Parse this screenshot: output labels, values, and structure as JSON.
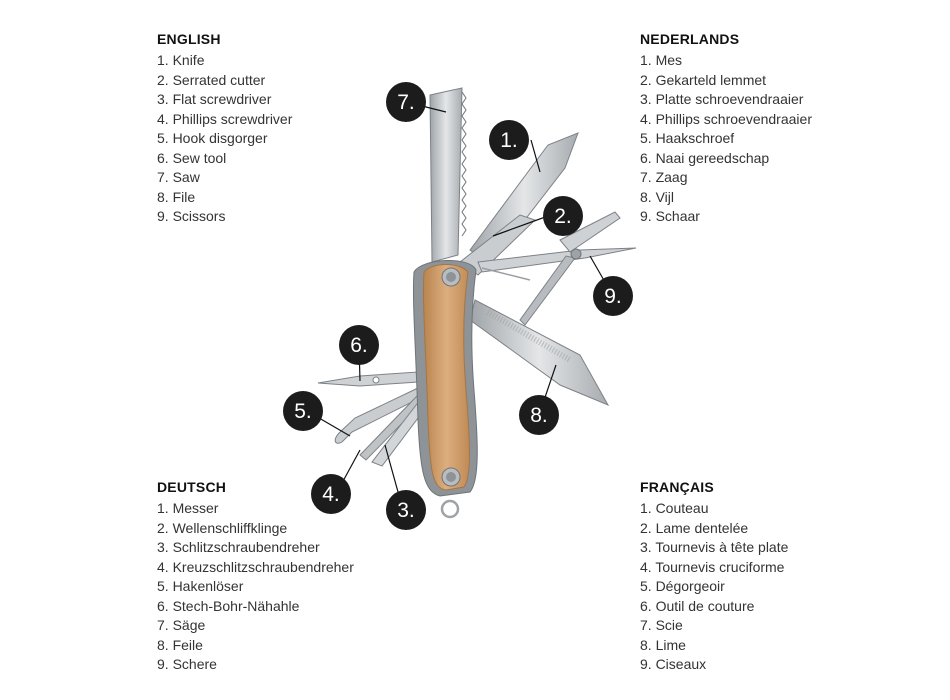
{
  "languages": {
    "en": {
      "title": "ENGLISH",
      "items": [
        "1. Knife",
        "2. Serrated cutter",
        "3. Flat screwdriver",
        "4. Phillips screwdriver",
        "5. Hook disgorger",
        "6. Sew tool",
        "7. Saw",
        "8. File",
        "9. Scissors"
      ]
    },
    "nl": {
      "title": "NEDERLANDS",
      "items": [
        "1. Mes",
        "2. Gekarteld lemmet",
        "3. Platte schroevendraaier",
        "4. Phillips schroevendraaier",
        "5. Haakschroef",
        "6. Naai gereedschap",
        "7. Zaag",
        "8. Vijl",
        "9. Schaar"
      ]
    },
    "de": {
      "title": "DEUTSCH",
      "items": [
        "1. Messer",
        "2. Wellenschliffklinge",
        "3. Schlitzschraubendreher",
        "4. Kreuzschlitzschraubendreher",
        "5. Hakenlöser",
        "6. Stech-Bohr-Nähahle",
        "7. Säge",
        "8. Feile",
        "9. Schere"
      ]
    },
    "fr": {
      "title": "FRANÇAIS",
      "items": [
        "1. Couteau",
        "2. Lame dentelée",
        "3. Tournevis à tête plate",
        "4. Tournevis cruciforme",
        "5. Dégorgeoir",
        "6. Outil de couture",
        "7. Scie",
        "8. Lime",
        "9. Ciseaux"
      ]
    }
  },
  "callouts": [
    "1.",
    "2.",
    "3.",
    "4.",
    "5.",
    "6.",
    "7.",
    "8.",
    "9."
  ],
  "colors": {
    "wood": "#cf9c6b",
    "steel": "#bfc3c6",
    "badge": "#1c1c1c",
    "text": "#333333"
  }
}
